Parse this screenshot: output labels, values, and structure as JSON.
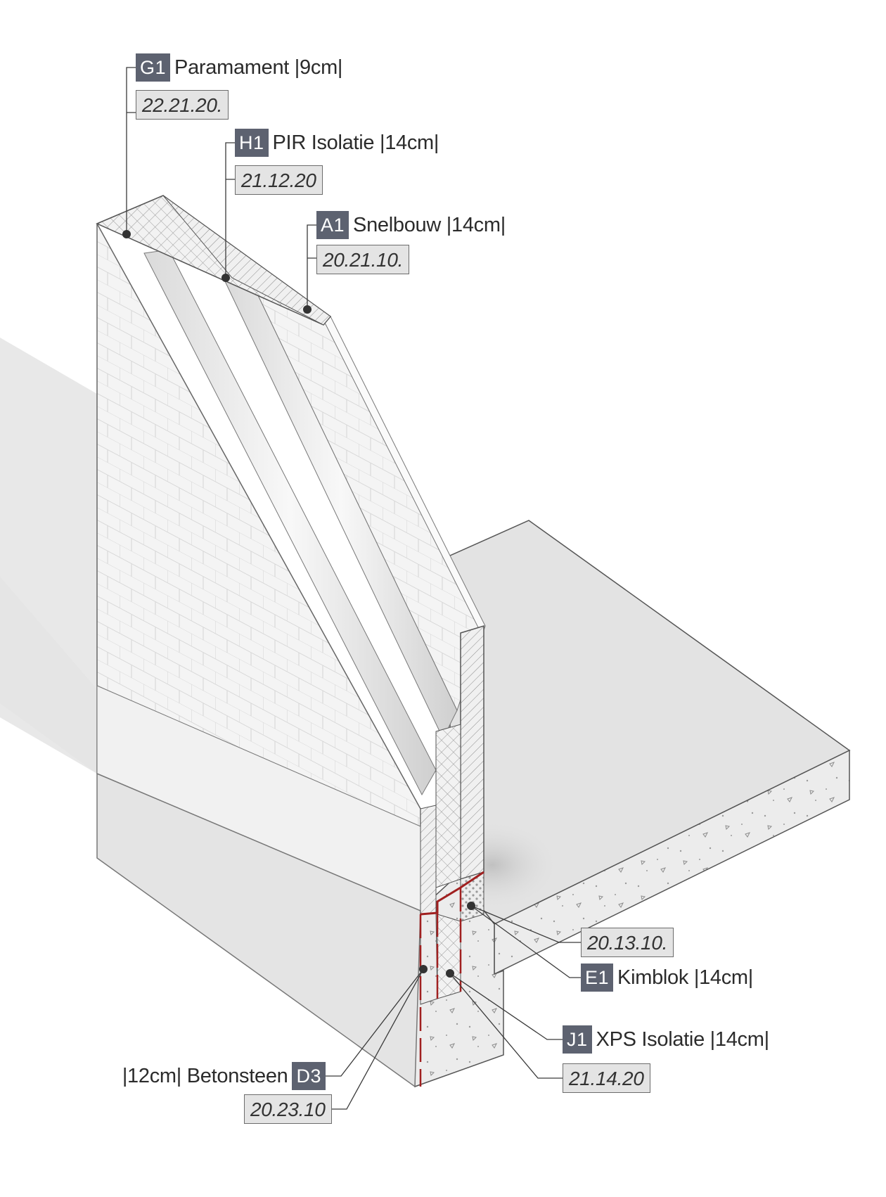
{
  "colors": {
    "badge": "#5d6270",
    "leader": "#3a3a3a",
    "cut_line": "#a02020",
    "concrete": "#ececec",
    "shadow": "#e6e6e6"
  },
  "callouts": [
    {
      "id": "G1",
      "text": "Paramament |9cm|",
      "code": "22.21.20."
    },
    {
      "id": "H1",
      "text": "PIR Isolatie |14cm|",
      "code": "21.12.20"
    },
    {
      "id": "A1",
      "text": "Snelbouw |14cm|",
      "code": "20.21.10."
    },
    {
      "id": "E1",
      "text": "Kimblok |14cm|",
      "code": "20.13.10."
    },
    {
      "id": "J1",
      "text": "XPS Isolatie |14cm|",
      "code": "21.14.20"
    },
    {
      "id": "D3",
      "text": "|12cm| Betonsteen",
      "code": "20.23.10"
    }
  ]
}
